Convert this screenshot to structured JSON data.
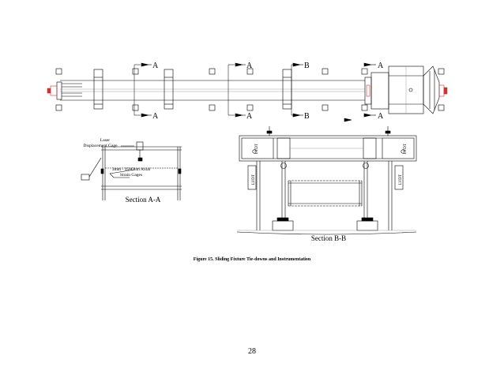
{
  "figure": {
    "section_marks": [
      "A",
      "A",
      "B",
      "A",
      "A",
      "A",
      "B",
      "A"
    ],
    "lvdt_label": "LVDT",
    "laser_label_line1": "Laser",
    "laser_label_line2": "Displacement Gage",
    "strain_label_line1": "3mm - 350Ohm Axial",
    "strain_label_line2": "Strain Gages",
    "section_aa": "Section A-A",
    "section_bb": "Section B-B"
  },
  "caption": "Figure 15. Sliding Fixture Tie-downs and Instrumentation",
  "page_number": "28"
}
